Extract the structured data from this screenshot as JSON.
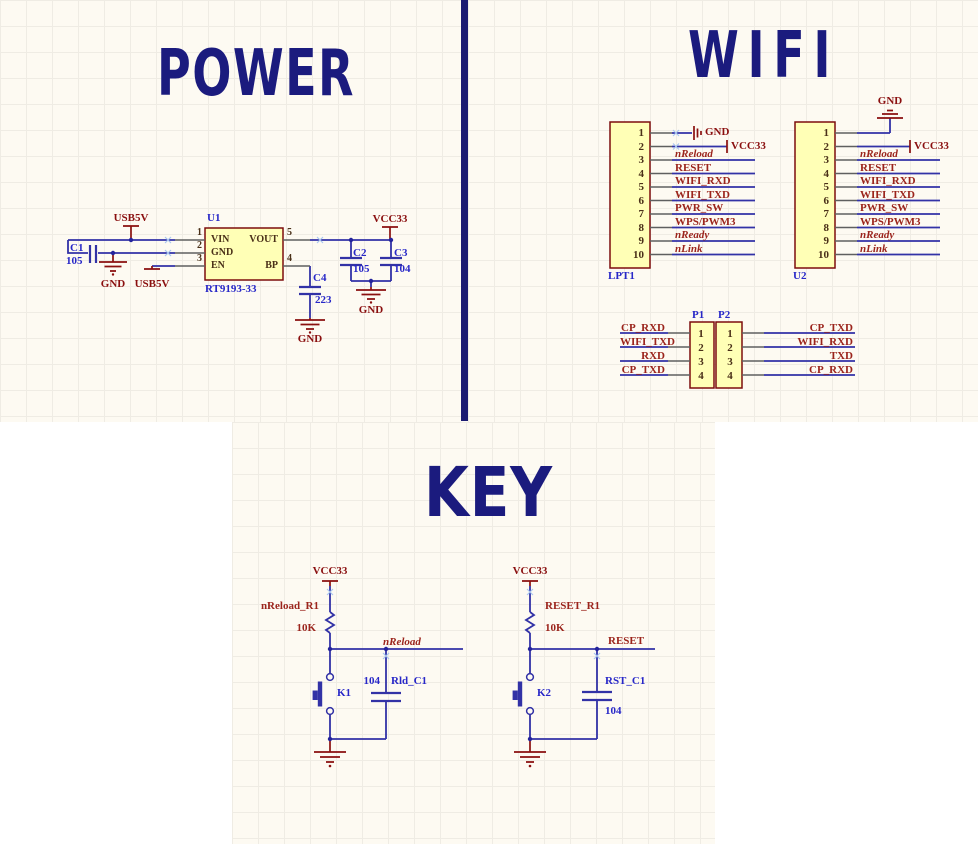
{
  "colors": {
    "background": "#fdfaf2",
    "grid_line": "#efece4",
    "outer_background": "#ffffff",
    "title_navy": "#1b1b7e",
    "divider_navy": "#1b1b72",
    "wire_blue": "#3232a6",
    "pin_gray": "#5f5f5f",
    "net_label_red": "#9b241c",
    "power_red": "#8a0f0f",
    "designator_blue": "#2828c8",
    "part_fill": "#ffffb6",
    "part_border": "#7d0d0d",
    "pin_text_brown": "#4a3018",
    "junction_navy": "#24249c",
    "noerc_marker_blue": "#a9c6ef"
  },
  "titles": {
    "power": "POWER",
    "wifi": "WIFI",
    "key": "KEY"
  },
  "power": {
    "usb5v_top": "USB5V",
    "usb5v_en": "USB5V",
    "gnd_in": "GND",
    "c1_ref": "C1",
    "c1_val": "105",
    "u1_ref": "U1",
    "u1_part": "RT9193-33",
    "pin_vin": "VIN",
    "pin_gnd": "GND",
    "pin_en": "EN",
    "pin_vout": "VOUT",
    "pin_bp": "BP",
    "num_1": "1",
    "num_2": "2",
    "num_3": "3",
    "num_4": "4",
    "num_5": "5",
    "vcc33": "VCC33",
    "c2_ref": "C2",
    "c2_val": "105",
    "c3_ref": "C3",
    "c3_val": "104",
    "c4_ref": "C4",
    "c4_val": "223",
    "gnd_out": "GND",
    "gnd_bp": "GND"
  },
  "wifi": {
    "lpt1": {
      "ref": "LPT1",
      "gnd": "GND",
      "vcc": "VCC33",
      "rows": [
        {
          "n": "1",
          "net": ""
        },
        {
          "n": "2",
          "net": ""
        },
        {
          "n": "3",
          "net": "nReload"
        },
        {
          "n": "4",
          "net": "RESET"
        },
        {
          "n": "5",
          "net": "WIFI_RXD"
        },
        {
          "n": "6",
          "net": "WIFI_TXD"
        },
        {
          "n": "7",
          "net": "PWR_SW"
        },
        {
          "n": "8",
          "net": "WPS/PWM3"
        },
        {
          "n": "9",
          "net": "nReady"
        },
        {
          "n": "10",
          "net": "nLink"
        }
      ]
    },
    "u2": {
      "ref": "U2",
      "gnd": "GND",
      "vcc": "VCC33",
      "rows": [
        {
          "n": "1",
          "net": ""
        },
        {
          "n": "2",
          "net": ""
        },
        {
          "n": "3",
          "net": "nReload"
        },
        {
          "n": "4",
          "net": "RESET"
        },
        {
          "n": "5",
          "net": "WIFI_RXD"
        },
        {
          "n": "6",
          "net": "WIFI_TXD"
        },
        {
          "n": "7",
          "net": "PWR_SW"
        },
        {
          "n": "8",
          "net": "WPS/PWM3"
        },
        {
          "n": "9",
          "net": "nReady"
        },
        {
          "n": "10",
          "net": "nLink"
        }
      ]
    },
    "p1p2": {
      "ref1": "P1",
      "ref2": "P2",
      "rows": [
        {
          "n": "1",
          "l": "CP_RXD",
          "r": "CP_TXD"
        },
        {
          "n": "2",
          "l": "WIFI_TXD",
          "r": "WIFI_RXD"
        },
        {
          "n": "3",
          "l": "RXD",
          "r": "TXD"
        },
        {
          "n": "4",
          "l": "CP_TXD",
          "r": "CP_RXD"
        }
      ]
    }
  },
  "key": {
    "left": {
      "vcc": "VCC33",
      "r_ref": "nReload_R1",
      "r_val": "10K",
      "net": "nReload",
      "sw": "K1",
      "c_val": "104",
      "c_ref": "Rld_C1"
    },
    "right": {
      "vcc": "VCC33",
      "r_ref": "RESET_R1",
      "r_val": "10K",
      "net": "RESET",
      "sw": "K2",
      "c_ref": "RST_C1",
      "c_val": "104"
    }
  }
}
